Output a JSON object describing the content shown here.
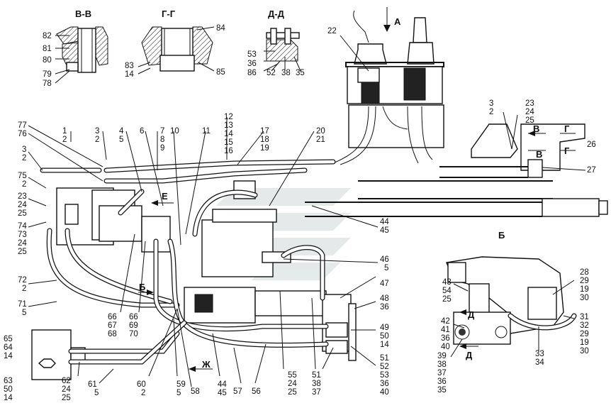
{
  "sections": {
    "vv": {
      "title": "В-В",
      "labels": [
        "82",
        "81",
        "80",
        "79",
        "78"
      ]
    },
    "gg": {
      "title": "Г-Г",
      "labels": [
        "84",
        "83",
        "14",
        "85"
      ]
    },
    "dd": {
      "title": "Д-Д",
      "labels": [
        "53",
        "36",
        "86",
        "52",
        "38",
        "35"
      ]
    }
  },
  "view_arrow": "А",
  "view_b": "Б",
  "arrows": {
    "e": "Е",
    "b": "Б",
    "zh": "Ж",
    "v1": "В",
    "g1": "Г",
    "v2": "В",
    "g2": "Г",
    "d1": "Д",
    "d2": "Д"
  },
  "callouts": {
    "top": [
      "1",
      "2",
      "3",
      "2",
      "4",
      "5",
      "6",
      "7",
      "8",
      "9",
      "10",
      "11",
      "12",
      "13",
      "14",
      "15",
      "16",
      "17",
      "18",
      "19",
      "20",
      "21"
    ],
    "left": [
      "77",
      "76",
      "3",
      "2",
      "75",
      "2",
      "23",
      "24",
      "25",
      "74",
      "73",
      "24",
      "25",
      "72",
      "2",
      "71",
      "5"
    ],
    "bottom_left": [
      "65",
      "64",
      "14",
      "63",
      "50",
      "14",
      "62",
      "24",
      "25",
      "61",
      "5",
      "60",
      "2",
      "59",
      "5",
      "58"
    ],
    "bottom_mid": [
      "66",
      "67",
      "68",
      "66",
      "69",
      "70",
      "44",
      "45",
      "57",
      "56",
      "55",
      "24",
      "25",
      "51",
      "38",
      "37"
    ],
    "right_mid": [
      "44",
      "45",
      "46",
      "5",
      "47",
      "48",
      "36",
      "49",
      "50",
      "14",
      "51",
      "52",
      "53",
      "36",
      "40"
    ],
    "right_top": [
      "22",
      "3",
      "2",
      "23",
      "24",
      "25",
      "26",
      "27"
    ],
    "inset_b": [
      "43",
      "54",
      "25",
      "42",
      "41",
      "36",
      "40",
      "39",
      "38",
      "37",
      "36",
      "35",
      "28",
      "29",
      "19",
      "30",
      "31",
      "32",
      "29",
      "19",
      "30",
      "33",
      "34"
    ]
  }
}
